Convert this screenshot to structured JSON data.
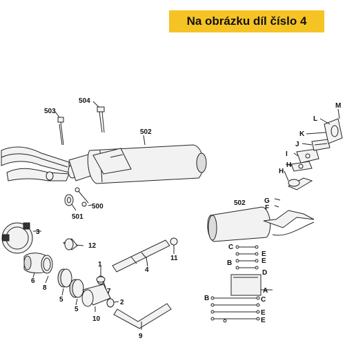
{
  "banner": {
    "text": "Na obrázku díl číslo 4"
  },
  "labels": {
    "l501": "501",
    "l502a": "502",
    "l502b": "502",
    "l503": "503",
    "l504": "504",
    "l500": "500",
    "l1": "1",
    "l2": "2",
    "l3": "3",
    "l4": "4",
    "l5a": "5",
    "l5b": "5",
    "l6": "6",
    "l7": "7",
    "l8": "8",
    "l9": "9",
    "l10": "10",
    "l11": "11",
    "l12": "12",
    "lA": "A",
    "lB1": "B",
    "lB2": "B",
    "lC1": "C",
    "lC2": "C",
    "lD": "D",
    "lE1": "E",
    "lE2": "E",
    "lE3": "E",
    "lE4": "E",
    "lF": "F",
    "lG": "G",
    "lH1": "H",
    "lH2": "H",
    "lI": "I",
    "lJ": "J",
    "lK": "K",
    "lL": "L",
    "lM": "M"
  },
  "colors": {
    "banner_bg": "#f6c325",
    "line": "#222222"
  }
}
